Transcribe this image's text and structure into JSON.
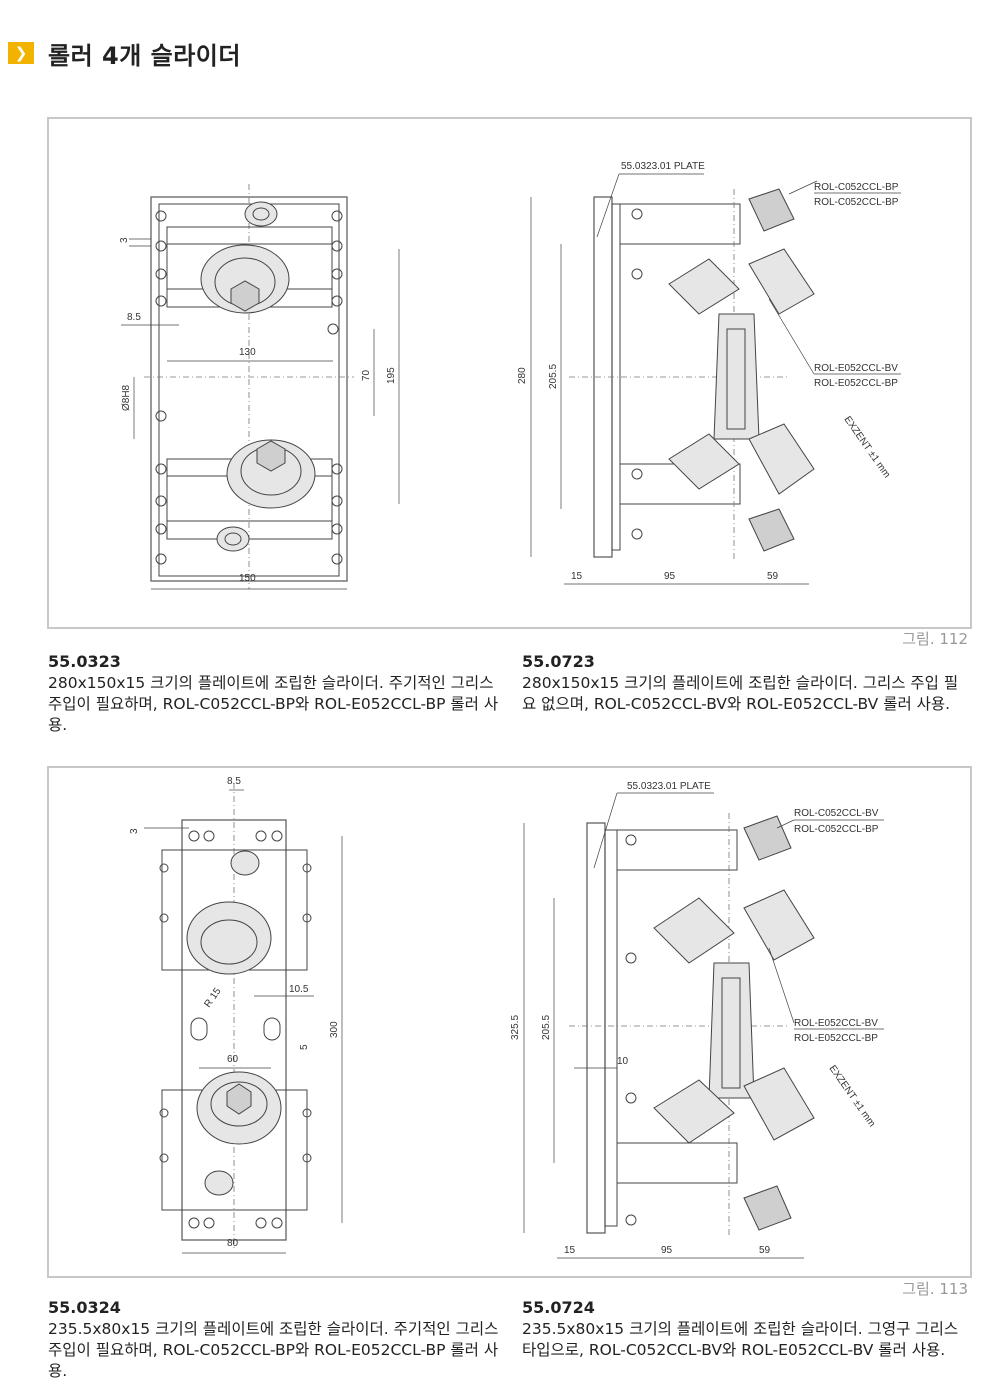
{
  "header": {
    "title": "롤러 4개 슬라이더",
    "icon": "chevron-right-icon",
    "accent": "#f2b300"
  },
  "figure1": {
    "caption": "그림. 112",
    "left_drawing": {
      "dims": {
        "d3": "3",
        "d8_5": "8.5",
        "d130": "130",
        "d70": "70",
        "d195": "195",
        "d8h8": "Ø8H8",
        "d150": "150"
      }
    },
    "right_drawing": {
      "plate_label": "55.0323.01 PLATE",
      "roller_top_a": "ROL-C052CCL-BP",
      "roller_top_b": "ROL-C052CCL-BP",
      "roller_mid_a": "ROL-E052CCL-BV",
      "roller_mid_b": "ROL-E052CCL-BP",
      "exzent": "EXZENT ±1 mm",
      "dims": {
        "d280": "280",
        "d205_5": "205.5",
        "d15": "15",
        "d95": "95",
        "d59": "59"
      }
    }
  },
  "desc1": {
    "left": {
      "code": "55.0323",
      "text": "280x150x15 크기의 플레이트에 조립한 슬라이더.  주기적인 그리스 주입이 필요하며, ROL-C052CCL-BP와 ROL-E052CCL-BP 롤러 사용."
    },
    "right": {
      "code": "55.0723",
      "text": "280x150x15 크기의 플레이트에 조립한 슬라이더. 그리스 주입 필요 없으며, ROL-C052CCL-BV와 ROL-E052CCL-BV 롤러 사용."
    }
  },
  "figure2": {
    "caption": "그림. 113",
    "left_drawing": {
      "dims": {
        "d8_5": "8.5",
        "d3": "3",
        "r15": "R 15",
        "d10_5": "10.5",
        "d5": "5",
        "d300": "300",
        "d60": "60",
        "d80": "80"
      }
    },
    "right_drawing": {
      "plate_label": "55.0323.01 PLATE",
      "roller_top_a": "ROL-C052CCL-BV",
      "roller_top_b": "ROL-C052CCL-BP",
      "roller_mid_a": "ROL-E052CCL-BV",
      "roller_mid_b": "ROL-E052CCL-BP",
      "exzent": "EXZENT ±1 mm",
      "dims": {
        "d325_5": "325.5",
        "d205_5": "205.5",
        "d10": "10",
        "d15": "15",
        "d95": "95",
        "d59": "59"
      }
    }
  },
  "desc2": {
    "left": {
      "code": "55.0324",
      "text": "235.5x80x15 크기의 플레이트에 조립한 슬라이더. 주기적인 그리스 주입이 필요하며, ROL-C052CCL-BP와 ROL-E052CCL-BP 롤러 사용."
    },
    "right": {
      "code": "55.0724",
      "text": "235.5x80x15 크기의 플레이트에 조립한 슬라이더. 그영구 그리스 타입으로, ROL-C052CCL-BV와 ROL-E052CCL-BV 롤러 사용."
    }
  }
}
